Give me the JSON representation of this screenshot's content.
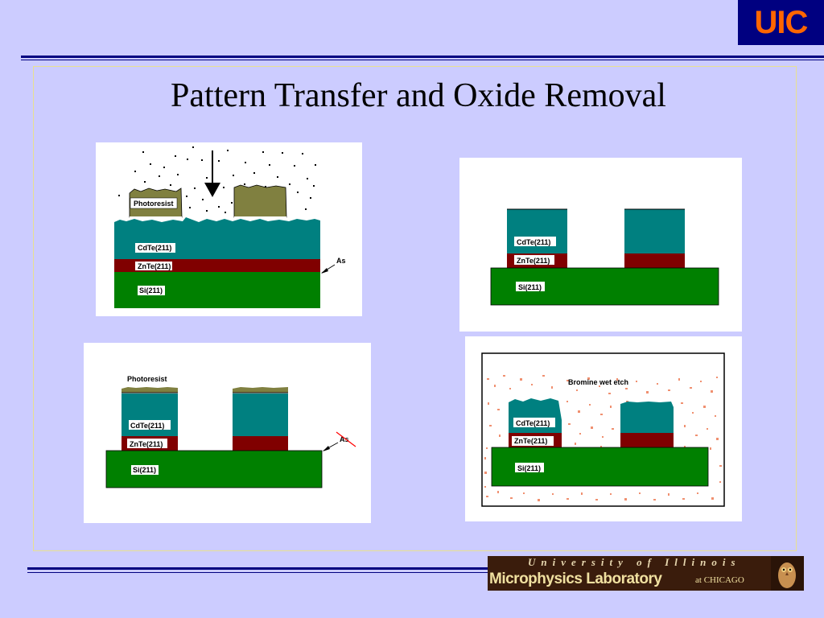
{
  "header": {
    "logo_text": "UIC"
  },
  "title": "Pattern Transfer and Oxide Removal",
  "panels": {
    "top_left": {
      "photoresist": "Photoresist",
      "cdte": "CdTe(211)",
      "znte": "ZnTe(211)",
      "si": "Si(211)",
      "as": "As"
    },
    "top_right": {
      "cdte": "CdTe(211)",
      "znte": "ZnTe(211)",
      "si": "Si(211)"
    },
    "bottom_left": {
      "photoresist": "Photoresist",
      "cdte": "CdTe(211)",
      "znte": "ZnTe(211)",
      "si": "Si(211)",
      "as": "As"
    },
    "bottom_right": {
      "etch": "Bromine wet etch",
      "cdte": "CdTe(211)",
      "znte": "ZnTe(211)",
      "si": "Si(211)"
    }
  },
  "footer": {
    "university": "University of Illinois",
    "lab": "Microphysics Laboratory",
    "campus": "at CHICAGO"
  },
  "colors": {
    "background": "#ccccff",
    "cdte": "#008080",
    "znte": "#800000",
    "si": "#008000",
    "photoresist": "#808040",
    "etchant": "#f08050"
  }
}
